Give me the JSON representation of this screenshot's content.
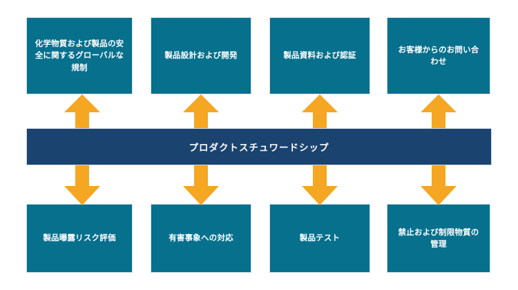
{
  "diagram": {
    "type": "hub-and-spoke-process",
    "title_band": {
      "label": "プロダクトスチュワードシップ",
      "color": "#1B4370"
    },
    "box_color": "#06708D",
    "arrow_color": "#F5A623",
    "inputs": [
      {
        "id": "global-regulations",
        "label": "化学物質および製品の安全に関するグローバルな規制"
      },
      {
        "id": "product-design-development",
        "label": "製品設計および開発"
      },
      {
        "id": "product-documentation-certification",
        "label": "製品資料および認証"
      },
      {
        "id": "customer-inquiries",
        "label": "お客様からのお問い合わせ"
      }
    ],
    "outputs": [
      {
        "id": "product-exposure-risk-assessment",
        "label": "製品曝露リスク評価"
      },
      {
        "id": "adverse-event-response",
        "label": "有害事象への対応"
      },
      {
        "id": "product-testing",
        "label": "製品テスト"
      },
      {
        "id": "restricted-substances-management",
        "label": "禁止および制限物質の管理"
      }
    ],
    "arrows": {
      "up": [
        {
          "id": "arrow-up-1",
          "direction": "up"
        },
        {
          "id": "arrow-up-2",
          "direction": "up"
        },
        {
          "id": "arrow-up-3",
          "direction": "up"
        },
        {
          "id": "arrow-up-4",
          "direction": "up"
        }
      ],
      "down": [
        {
          "id": "arrow-down-1",
          "direction": "down"
        },
        {
          "id": "arrow-down-2",
          "direction": "down"
        },
        {
          "id": "arrow-down-3",
          "direction": "down"
        },
        {
          "id": "arrow-down-4",
          "direction": "down"
        }
      ]
    }
  }
}
